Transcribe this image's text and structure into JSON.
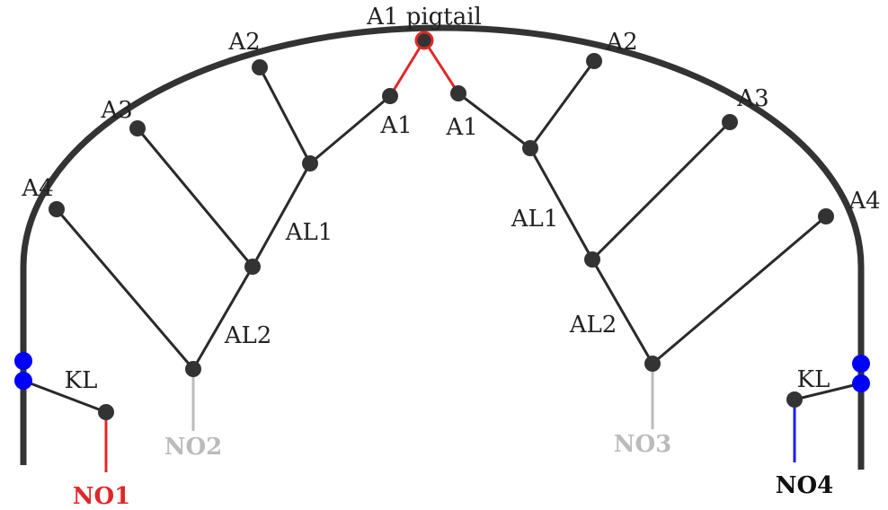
{
  "labels": {
    "pigtail": "A1 pigtail",
    "a2_left": "A2",
    "a3_left": "A3",
    "a4_left": "A4",
    "a1_left": "A1",
    "a2_right": "A2",
    "a3_right": "A3",
    "a4_right": "A4",
    "a1_right": "A1",
    "al1_left": "AL1",
    "al2_left": "AL2",
    "al1_right": "AL1",
    "al2_right": "AL2",
    "kl_left": "KL",
    "kl_right": "KL"
  },
  "outputs": {
    "no1": "NO1",
    "no2": "NO2",
    "no3": "NO3",
    "no4": "NO4"
  },
  "colors": {
    "arch": "#333333",
    "node": "#333333",
    "pigtail": "#e02828",
    "no1": "#e02828",
    "no2": "#bbbbbb",
    "no3": "#bbbbbb",
    "no4": "#1a1aff",
    "connector": "#0000ff"
  }
}
